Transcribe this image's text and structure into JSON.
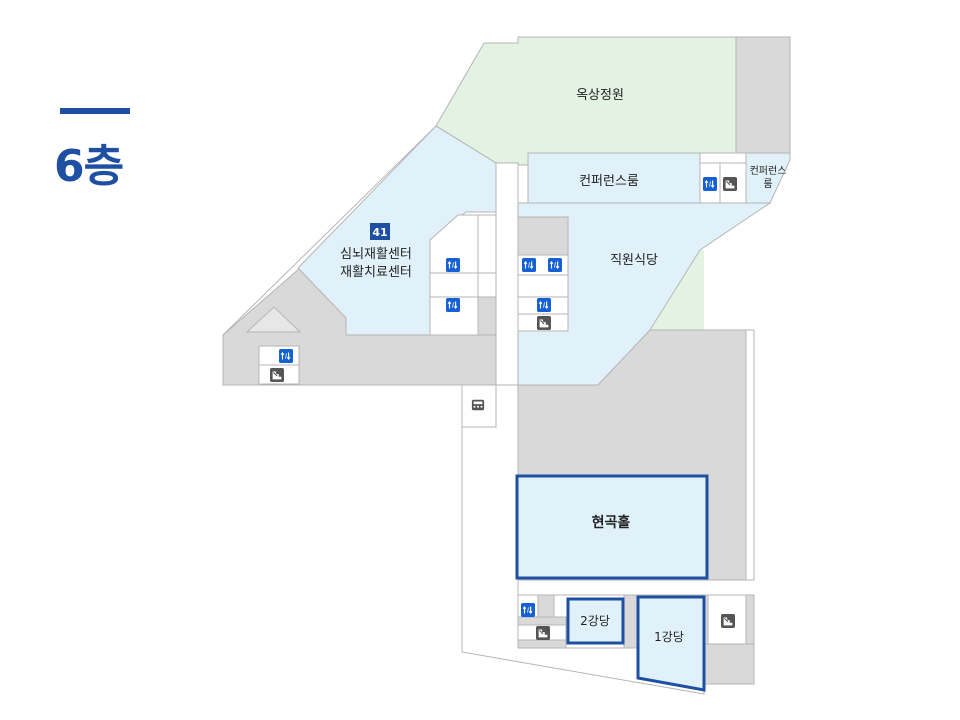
{
  "floor": {
    "label": "6층"
  },
  "colors": {
    "green": "#e3f3e3",
    "light_blue": "#e1f1fa",
    "gray": "#d9d9d9",
    "wall": "#b5b5b5",
    "accent": "#1e4fa3",
    "elevator": "#1560d4"
  },
  "rooms": {
    "rooftop_garden": "옥상정원",
    "conference_room": "컨퍼런스룸",
    "conference_room_small_line1": "컨퍼런스",
    "conference_room_small_line2": "룸",
    "rehab_number": "41",
    "rehab_line1": "심뇌재활센터",
    "rehab_line2": "재활치료센터",
    "staff_cafeteria": "직원식당",
    "hyeongok_hall": "현곡홀",
    "auditorium_2": "2강당",
    "auditorium_1": "1강당"
  },
  "icons": {
    "elevator": "elevator-icon",
    "stairs": "stairs-icon",
    "atm": "atm-icon"
  }
}
